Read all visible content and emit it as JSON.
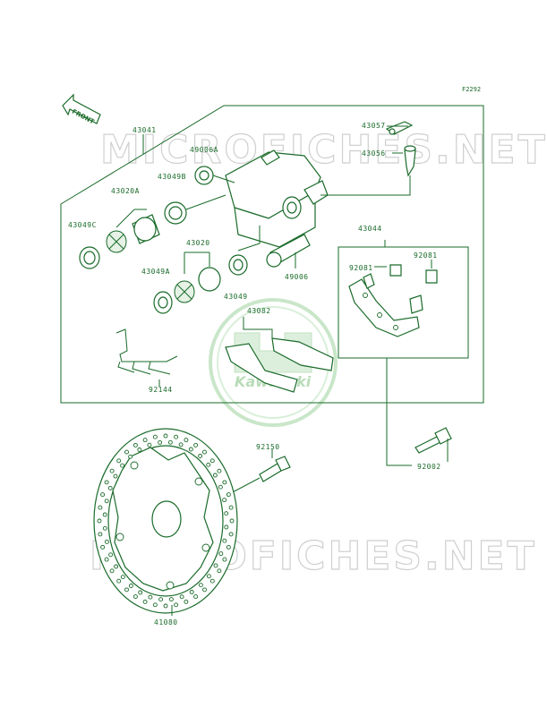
{
  "figure_code": "F2292",
  "front_arrow_label": "FRONT",
  "watermark_text": "MICROFICHES.NET",
  "logo_text": "Kawasaki",
  "colors": {
    "line": "#1a6b2a",
    "watermark": "#cfcfcf",
    "background": "#ffffff"
  },
  "part_labels": {
    "p43041": "43041",
    "p43057": "43057",
    "p43056": "43056",
    "p49006A": "49006A",
    "p43049B": "43049B",
    "p43020A": "43020A",
    "p43049C": "43049C",
    "p43020": "43020",
    "p43049A": "43049A",
    "p43049": "43049",
    "p49006": "49006",
    "p43044": "43044",
    "p92081a": "92081",
    "p92081b": "92081",
    "p43082": "43082",
    "p92144": "92144",
    "p92150": "92150",
    "p92002": "92002",
    "p41080": "41080"
  }
}
